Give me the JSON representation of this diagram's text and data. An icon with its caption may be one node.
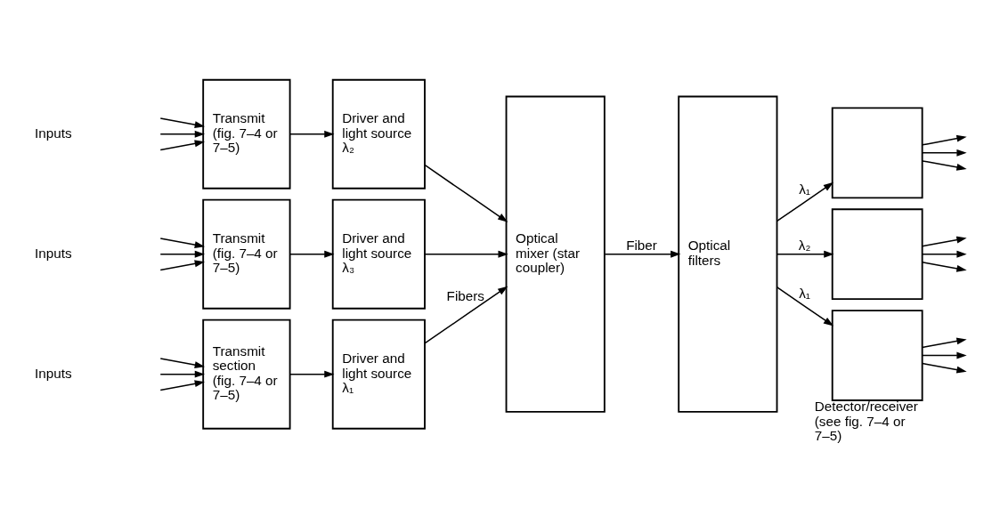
{
  "diagram": {
    "nodes": [
      {
        "text": [
          "Transmit section (fig. 7–4 or 7–5)"
        ]
      },
      {
        "text": [
          "Driver and light source λ₁"
        ]
      },
      {
        "text": [
          "Transmit (fig. 7–4 or 7–5)"
        ]
      },
      {
        "text": [
          "Driver and light source λ₂"
        ]
      },
      {
        "text": [
          "Transmit (fig. 7–4 or 7–5)"
        ]
      },
      {
        "text": [
          "Driver and light source λ₃"
        ]
      },
      {
        "text": [
          "Optical mixer (star coupler)"
        ]
      },
      {
        "text": [
          "Optical filters"
        ]
      },
      {
        "text": [],
        "shape": "box"
      },
      {
        "text": [],
        "shape": "box"
      },
      {
        "text": [],
        "shape": "box",
        "beside": [
          "Detector/receiver (see fig. 7–4 or 7–5)"
        ]
      }
    ],
    "edges": [
      {
        "from": null,
        "to": 0,
        "arrow": "to"
      },
      {
        "from": null,
        "to": 0,
        "arrow": "to"
      },
      {
        "from": null,
        "to": 0,
        "arrow": "to"
      },
      {
        "from": null,
        "to": 2,
        "arrow": "to"
      },
      {
        "from": null,
        "to": 2,
        "arrow": "to"
      },
      {
        "from": null,
        "to": 2,
        "arrow": "to"
      },
      {
        "from": null,
        "to": 4,
        "arrow": "to"
      },
      {
        "from": null,
        "to": 4,
        "arrow": "to"
      },
      {
        "from": null,
        "to": 4,
        "arrow": "to"
      },
      {
        "from": 0,
        "to": 1,
        "arrow": "to"
      },
      {
        "from": 2,
        "to": 3,
        "arrow": "to"
      },
      {
        "from": 4,
        "to": 5,
        "arrow": "to"
      },
      {
        "from": 1,
        "to": 6,
        "arrow": "to",
        "label": "Fibers"
      },
      {
        "from": 3,
        "to": 6,
        "arrow": "to"
      },
      {
        "from": 5,
        "to": 6,
        "arrow": "to"
      },
      {
        "from": 6,
        "to": 7,
        "arrow": "to",
        "label": "Fiber"
      },
      {
        "from": 7,
        "to": 8,
        "arrow": "to",
        "label": "λ₁"
      },
      {
        "from": 7,
        "to": 9,
        "arrow": "to",
        "label": "λ₂"
      },
      {
        "from": 7,
        "to": 10,
        "arrow": "to",
        "label": "λ₁"
      },
      {
        "from": 8,
        "to": null,
        "arrow": "to"
      },
      {
        "from": 8,
        "to": null,
        "arrow": "to"
      },
      {
        "from": 8,
        "to": null,
        "arrow": "to"
      },
      {
        "from": 9,
        "to": null,
        "arrow": "to"
      },
      {
        "from": 9,
        "to": null,
        "arrow": "to"
      },
      {
        "from": 9,
        "to": null,
        "arrow": "to"
      },
      {
        "from": 10,
        "to": null,
        "arrow": "to"
      },
      {
        "from": 10,
        "to": null,
        "arrow": "to"
      },
      {
        "from": 10,
        "to": null,
        "arrow": "to"
      }
    ],
    "labels": [
      "Inputs",
      "Inputs",
      "Inputs"
    ]
  }
}
